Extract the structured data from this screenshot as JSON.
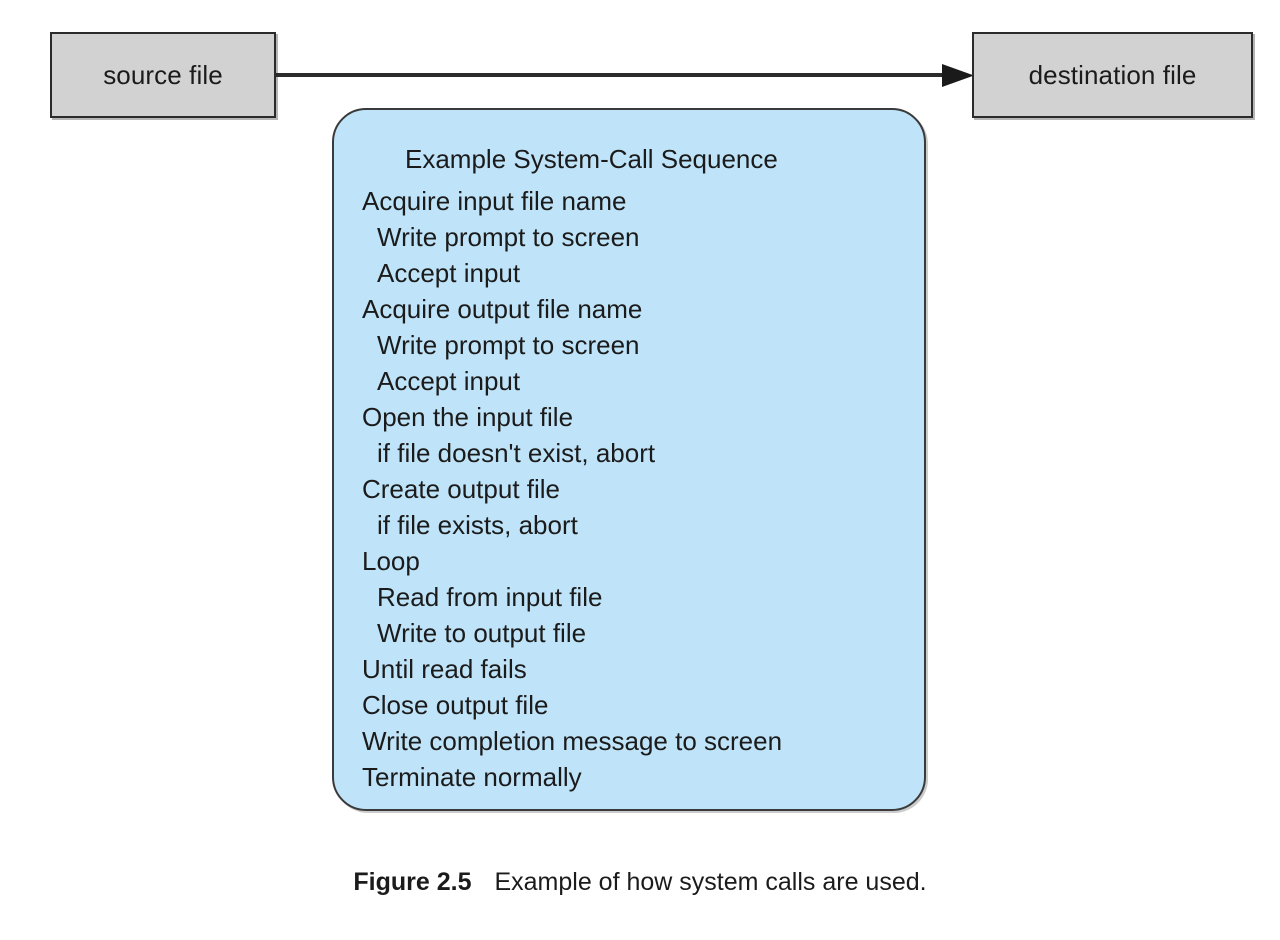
{
  "diagram": {
    "source_box": {
      "label": "source file"
    },
    "destination_box": {
      "label": "destination file"
    },
    "arrow": {
      "name": "flow-arrow",
      "direction": "right"
    },
    "panel": {
      "title": "Example System-Call Sequence",
      "steps": [
        {
          "text": "Acquire input file name",
          "indent": 0
        },
        {
          "text": "Write prompt to screen",
          "indent": 1
        },
        {
          "text": "Accept input",
          "indent": 1
        },
        {
          "text": "Acquire output file name",
          "indent": 0
        },
        {
          "text": "Write prompt to screen",
          "indent": 1
        },
        {
          "text": "Accept input",
          "indent": 1
        },
        {
          "text": "Open the input file",
          "indent": 0
        },
        {
          "text": "if file doesn't exist, abort",
          "indent": 1
        },
        {
          "text": "Create output file",
          "indent": 0
        },
        {
          "text": "if file exists, abort",
          "indent": 1
        },
        {
          "text": "Loop",
          "indent": 0
        },
        {
          "text": "Read from input file",
          "indent": 1
        },
        {
          "text": "Write to output file",
          "indent": 1
        },
        {
          "text": "Until read fails",
          "indent": 0
        },
        {
          "text": "Close output file",
          "indent": 0
        },
        {
          "text": "Write completion message to screen",
          "indent": 0
        },
        {
          "text": "Terminate normally",
          "indent": 0
        }
      ]
    }
  },
  "caption": {
    "label": "Figure 2.5",
    "text": "Example of how system calls are used."
  },
  "colors": {
    "panel_fill": "#bfe4f9",
    "panel_border": "#3a3a3a",
    "box_fill": "#d2d2d2",
    "box_border": "#2b2b2b",
    "text": "#1b1b1b",
    "page_background": "#ffffff"
  }
}
